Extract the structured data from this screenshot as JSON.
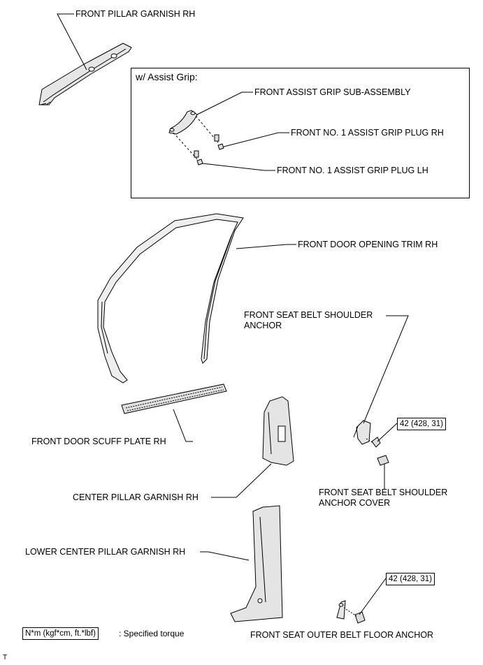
{
  "labels": {
    "front_pillar_garnish": "FRONT PILLAR GARNISH RH",
    "assist_grip_title": "w/ Assist Grip:",
    "front_assist_grip": "FRONT ASSIST GRIP SUB-ASSEMBLY",
    "grip_plug_rh": "FRONT NO. 1 ASSIST GRIP PLUG RH",
    "grip_plug_lh": "FRONT NO. 1 ASSIST GRIP PLUG LH",
    "door_opening_trim": "FRONT DOOR OPENING TRIM RH",
    "shoulder_anchor_1": "FRONT SEAT BELT SHOULDER",
    "shoulder_anchor_2": "ANCHOR",
    "scuff_plate": "FRONT DOOR SCUFF PLATE RH",
    "center_pillar": "CENTER PILLAR GARNISH RH",
    "anchor_cover_1": "FRONT SEAT BELT SHOULDER",
    "anchor_cover_2": "ANCHOR COVER",
    "lower_center_pillar": "LOWER CENTER PILLAR GARNISH RH",
    "floor_anchor": "FRONT SEAT OUTER BELT FLOOR ANCHOR",
    "legend_box": "N*m (kgf*cm, ft.*lbf)",
    "legend_text": ": Specified torque",
    "corner_mark": "T"
  },
  "torque": {
    "shoulder": "42 (428, 31)",
    "floor": "42 (428, 31)"
  }
}
